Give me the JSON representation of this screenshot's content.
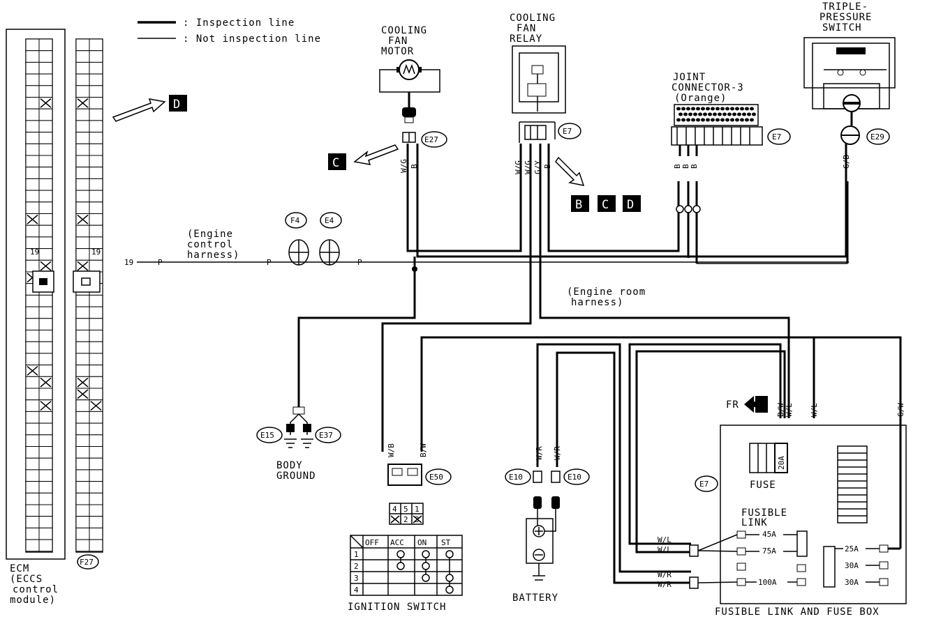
{
  "legend": {
    "inspection": ": Inspection line",
    "not_inspection": ": Not inspection line"
  },
  "ecm": {
    "title": "ECM",
    "subtitle": "(ECCS",
    "subtitle2": "control",
    "subtitle3": "module)",
    "pin": "19",
    "connector": "F27",
    "pin_left": "19"
  },
  "refs": {
    "d_top": "D",
    "c_motor": "C",
    "b": "B",
    "c": "C",
    "d": "D"
  },
  "fan_motor": {
    "l1": "COOLING",
    "l2": "FAN",
    "l3": "MOTOR",
    "connector": "E27",
    "w1": "W/G",
    "w2": "B"
  },
  "fan_relay": {
    "l1": "COOLING",
    "l2": "FAN",
    "l3": "RELAY",
    "connector": "E7",
    "w1": "W/G",
    "w2": "W/G",
    "w3": "G/Y",
    "w4": "B"
  },
  "joint": {
    "l1": "JOINT",
    "l2": "CONNECTOR-3",
    "l3": "(Orange)",
    "connector": "E7",
    "w1": "B",
    "w2": "B",
    "w3": "B"
  },
  "pressure": {
    "l1": "TRIPLE-",
    "l2": "PRESSURE",
    "l3": "SWITCH",
    "connector": "E29",
    "w1": "G/B"
  },
  "harness": {
    "engine_control": "(Engine",
    "engine_control2": "control",
    "engine_control3": "harness)",
    "p1": "P",
    "p2": "P",
    "p3": "P",
    "f4": "F4",
    "e4": "E4",
    "engine_room": "(Engine room",
    "engine_room2": "harness)"
  },
  "ground": {
    "e15": "E15",
    "e37": "E37",
    "l1": "BODY",
    "l2": "GROUND"
  },
  "ign": {
    "w1": "W/B",
    "w2": "B/W",
    "connector": "E50",
    "pins": [
      "4",
      "5",
      "1",
      "2",
      "3"
    ],
    "headers": [
      "OFF",
      "ACC",
      "ON",
      "ST"
    ],
    "rows": [
      "1",
      "2",
      "3",
      "4"
    ],
    "title": "IGNITION SWITCH"
  },
  "battery": {
    "w1": "W/R",
    "w2": "W/R",
    "c1": "E10",
    "c2": "E10",
    "title": "BATTERY"
  },
  "fusebox": {
    "fr": "FR",
    "w_bw": "B/W",
    "w_wl": "W/L",
    "w_wl2": "W/L",
    "w_gw": "G/W",
    "connector": "E7",
    "fuse": "FUSE",
    "fuse_val": "20A",
    "fusible": "FUSIBLE",
    "link": "LINK",
    "f45": "45A",
    "f75": "75A",
    "f100": "100A",
    "f25": "25A",
    "f30a": "30A",
    "f30b": "30A",
    "l_wl1": "W/L",
    "l_wl2": "W/L",
    "l_wr1": "W/R",
    "l_wr2": "W/R",
    "title": "FUSIBLE LINK AND FUSE BOX"
  }
}
